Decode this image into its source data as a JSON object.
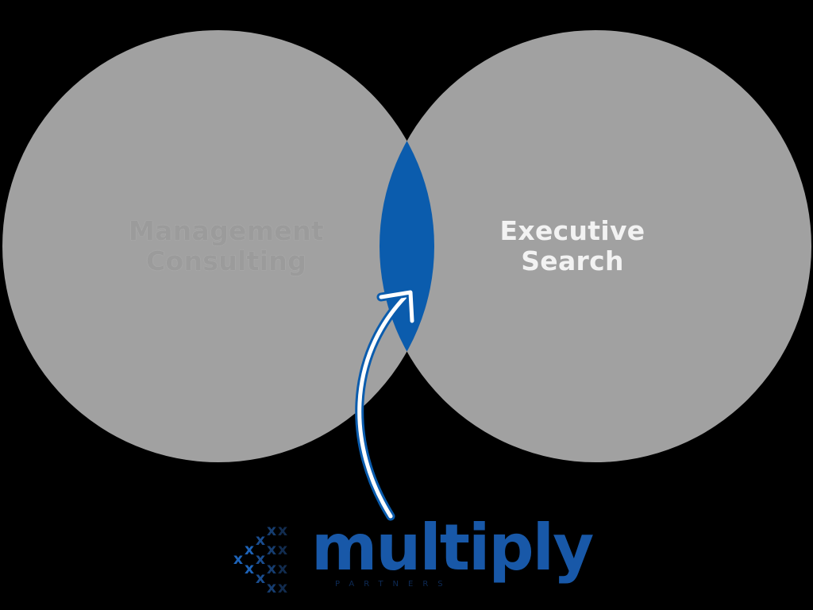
{
  "venn": {
    "left_set": "Management Consulting",
    "left_lines": [
      "Management",
      "Consulting"
    ],
    "right_set": "Executive Search",
    "right_lines": [
      "Executive",
      "Search"
    ],
    "circle_color": "#a1a1a1",
    "overlap_color": "#0b5cad",
    "arrow_color": "#ffffff",
    "arrow_outline_color": "#0b5cad"
  },
  "logo": {
    "wordmark": "multiply",
    "tagline": "PARTNERS",
    "brand_color": "#1858a8",
    "mark_icon": "x-pattern-icon"
  }
}
